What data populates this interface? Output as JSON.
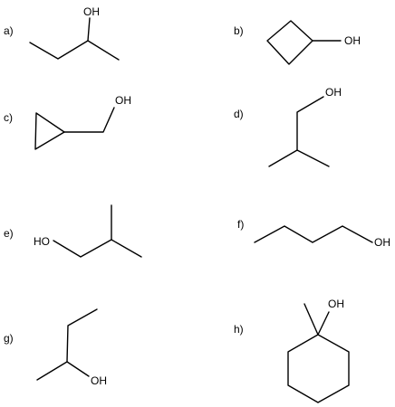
{
  "figure": {
    "molecules": [
      {
        "id": "a",
        "item_label": "a)",
        "groups": [
          "OH"
        ]
      },
      {
        "id": "b",
        "item_label": "b)",
        "groups": [
          "OH"
        ]
      },
      {
        "id": "c",
        "item_label": "c)",
        "groups": [
          "OH"
        ]
      },
      {
        "id": "d",
        "item_label": "d)",
        "groups": [
          "OH"
        ]
      },
      {
        "id": "e",
        "item_label": "e)",
        "groups": [
          "HO"
        ]
      },
      {
        "id": "f",
        "item_label": "f)",
        "groups": [
          "OH"
        ]
      },
      {
        "id": "g",
        "item_label": "g)",
        "groups": [
          "OH"
        ]
      },
      {
        "id": "h",
        "item_label": "h)",
        "groups": [
          "OH"
        ]
      }
    ]
  }
}
